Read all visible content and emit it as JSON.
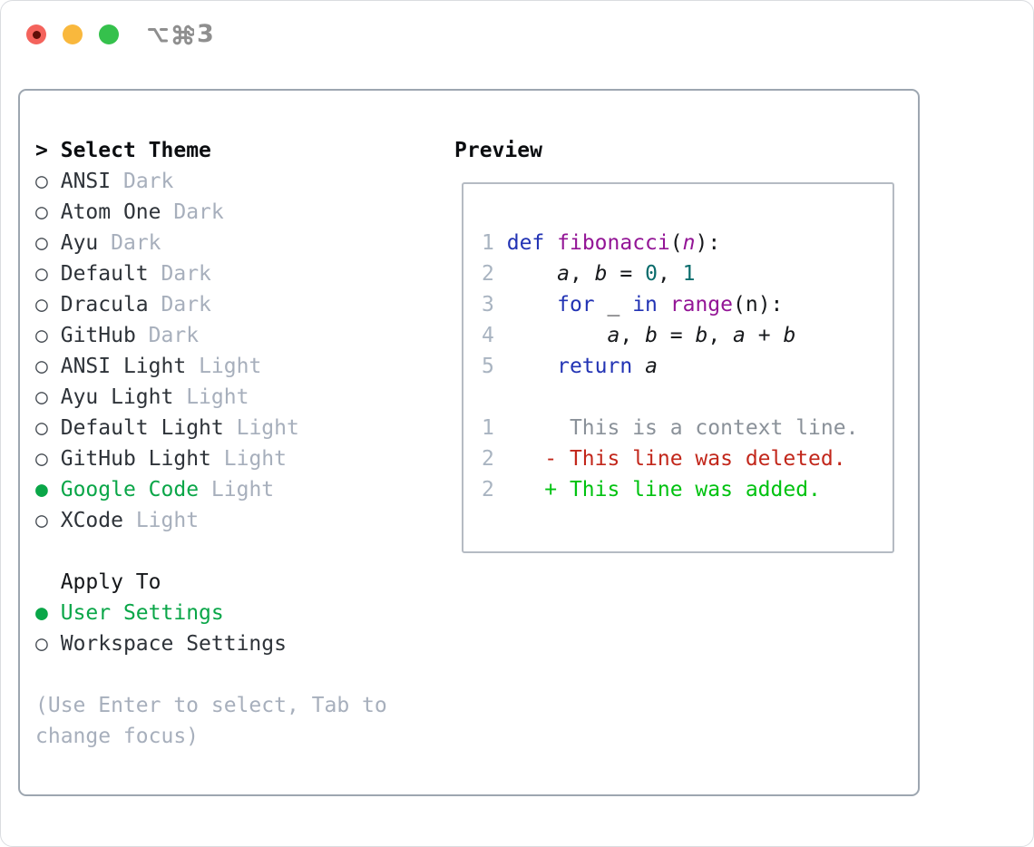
{
  "titlebar": {
    "shortcut_label": "⌥⌘3",
    "shortcut_number": "3",
    "buttons": [
      "close",
      "minimize",
      "zoom"
    ]
  },
  "theme_picker": {
    "prompt": ">",
    "title": "Select Theme",
    "items": [
      {
        "marker": "○",
        "name": "ANSI",
        "variant": "Dark"
      },
      {
        "marker": "○",
        "name": "Atom One",
        "variant": "Dark"
      },
      {
        "marker": "○",
        "name": "Ayu",
        "variant": "Dark"
      },
      {
        "marker": "○",
        "name": "Default",
        "variant": "Dark"
      },
      {
        "marker": "○",
        "name": "Dracula",
        "variant": "Dark"
      },
      {
        "marker": "○",
        "name": "GitHub",
        "variant": "Dark"
      },
      {
        "marker": "○",
        "name": "ANSI Light",
        "variant": "Light"
      },
      {
        "marker": "○",
        "name": "Ayu Light",
        "variant": "Light"
      },
      {
        "marker": "○",
        "name": "Default Light",
        "variant": "Light"
      },
      {
        "marker": "○",
        "name": "GitHub Light",
        "variant": "Light"
      },
      {
        "marker": "●",
        "name": "Google Code",
        "variant": "Light",
        "selected": true
      },
      {
        "marker": "○",
        "name": "XCode",
        "variant": "Light"
      }
    ],
    "apply_to": {
      "title": "Apply To",
      "options": [
        {
          "marker": "●",
          "label": "User Settings",
          "selected": true
        },
        {
          "marker": "○",
          "label": "Workspace Settings"
        }
      ]
    },
    "hint_lines": [
      "(Use Enter to select, Tab to",
      "change focus)"
    ]
  },
  "preview": {
    "title": "Preview",
    "code_lines": [
      {
        "num": "1",
        "tokens": [
          {
            "t": "def",
            "c": "kwd"
          },
          {
            "t": " ",
            "c": "pln"
          },
          {
            "t": "fibonacci",
            "c": "fun"
          },
          {
            "t": "(",
            "c": "pun"
          },
          {
            "t": "n",
            "c": "pvar"
          },
          {
            "t": "):",
            "c": "pun"
          }
        ]
      },
      {
        "num": "2",
        "tokens": [
          {
            "t": "    ",
            "c": "pln"
          },
          {
            "t": "a",
            "c": "var"
          },
          {
            "t": ", ",
            "c": "pun"
          },
          {
            "t": "b",
            "c": "var"
          },
          {
            "t": " = ",
            "c": "pun"
          },
          {
            "t": "0",
            "c": "lit"
          },
          {
            "t": ", ",
            "c": "pun"
          },
          {
            "t": "1",
            "c": "lit"
          }
        ]
      },
      {
        "num": "3",
        "tokens": [
          {
            "t": "    ",
            "c": "pln"
          },
          {
            "t": "for",
            "c": "kwd"
          },
          {
            "t": " _ ",
            "c": "pln"
          },
          {
            "t": "in",
            "c": "kwd"
          },
          {
            "t": " ",
            "c": "pln"
          },
          {
            "t": "range",
            "c": "fun"
          },
          {
            "t": "(n):",
            "c": "pun"
          }
        ]
      },
      {
        "num": "4",
        "tokens": [
          {
            "t": "        ",
            "c": "pln"
          },
          {
            "t": "a",
            "c": "var"
          },
          {
            "t": ", ",
            "c": "pun"
          },
          {
            "t": "b",
            "c": "var"
          },
          {
            "t": " = ",
            "c": "pun"
          },
          {
            "t": "b",
            "c": "var"
          },
          {
            "t": ", ",
            "c": "pun"
          },
          {
            "t": "a",
            "c": "var"
          },
          {
            "t": " + ",
            "c": "pun"
          },
          {
            "t": "b",
            "c": "var"
          }
        ]
      },
      {
        "num": "5",
        "tokens": [
          {
            "t": "    ",
            "c": "pln"
          },
          {
            "t": "return",
            "c": "kwd"
          },
          {
            "t": " ",
            "c": "pln"
          },
          {
            "t": "a",
            "c": "var"
          }
        ]
      }
    ],
    "diff_lines": [
      {
        "num": "1",
        "text": "     This is a context line.",
        "type": "context"
      },
      {
        "num": "2",
        "text": "   - This line was deleted.",
        "type": "deleted"
      },
      {
        "num": "2",
        "text": "   + This line was added.",
        "type": "added"
      }
    ]
  },
  "colors": {
    "selected_green": "#0aa648",
    "diff_added_green": "#00c210",
    "diff_deleted_red": "#c2271b",
    "diff_context_gray": "#8a9199",
    "syntax_keyword_blue": "#2233b4",
    "syntax_function_purple": "#931596",
    "syntax_literal_teal": "#0a6c6c",
    "muted_gray": "#a7afbc",
    "traffic_red": "#f4635c",
    "traffic_yellow": "#f9b83d",
    "traffic_green": "#35c14c"
  }
}
